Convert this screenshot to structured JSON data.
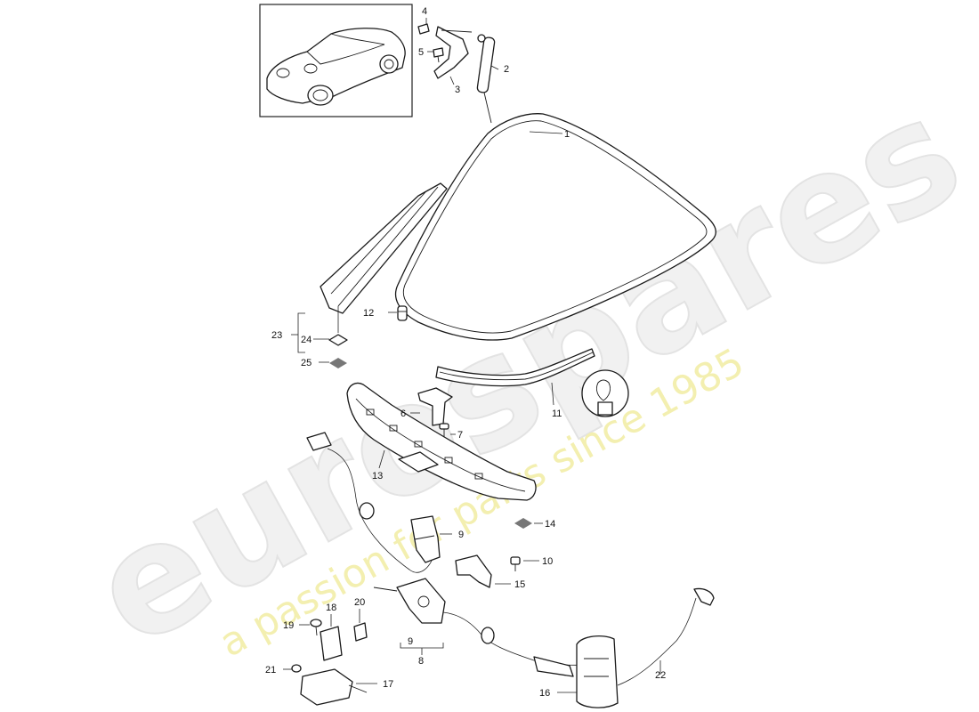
{
  "watermark": {
    "brand": "eurospares",
    "tagline": "a passion for parts since 1985",
    "brand_color": "#eeeeee",
    "tagline_color": "#f2ecaa"
  },
  "callouts": {
    "c1": "1",
    "c2": "2",
    "c3": "3",
    "c4": "4",
    "c5": "5",
    "c6": "6",
    "c7": "7",
    "c8": "8",
    "c9a": "9",
    "c9b": "9",
    "c10": "10",
    "c11": "11",
    "c12": "12",
    "c13": "13",
    "c14": "14",
    "c15": "15",
    "c16": "16",
    "c17": "17",
    "c18": "18",
    "c19": "19",
    "c20": "20",
    "c21": "21",
    "c22": "22",
    "c23": "23",
    "c24": "24",
    "c25": "25"
  }
}
